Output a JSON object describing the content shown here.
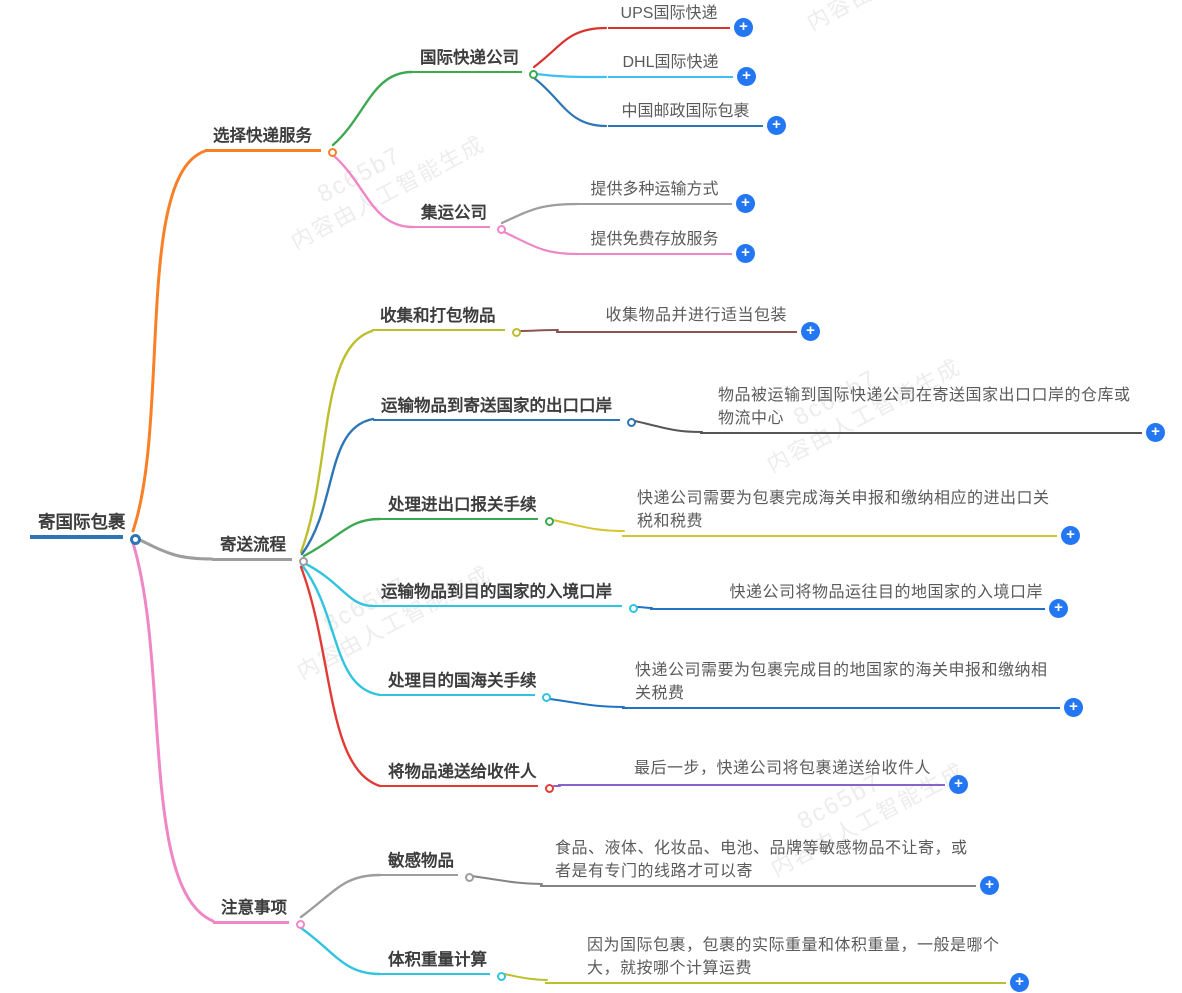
{
  "watermark": {
    "code": "8c65b7",
    "text": "内容由人工智能生成"
  },
  "icons": {
    "plus": "+"
  },
  "palette": {
    "root_blue": "#2e75b6",
    "orange": "#f98026",
    "gray": "#9d9d9d",
    "note_gray": "#848484",
    "dark_gray": "#565656",
    "pink": "#ef86c6",
    "green": "#3da84f",
    "red": "#d8342e",
    "bright_red": "#e23b35",
    "light_blue": "#3fc0f2",
    "olive": "#bcbf2d",
    "maroon": "#8d5454",
    "dark_yellow": "#d5c52f",
    "cyan": "#30c4df",
    "mid_blue": "#2273c4",
    "purple": "#8a63c9",
    "plus_blue": "#2477f2"
  },
  "map": {
    "root": {
      "label": "寄国际包裹"
    },
    "branches": [
      {
        "label": "选择快递服务",
        "children": [
          {
            "label": "国际快递公司",
            "children": [
              {
                "label": "UPS国际快递"
              },
              {
                "label": "DHL国际快递"
              },
              {
                "label": "中国邮政国际包裹"
              }
            ]
          },
          {
            "label": "集运公司",
            "children": [
              {
                "label": "提供多种运输方式"
              },
              {
                "label": "提供免费存放服务"
              }
            ]
          }
        ]
      },
      {
        "label": "寄送流程",
        "children": [
          {
            "label": "收集和打包物品",
            "note": "收集物品并进行适当包装"
          },
          {
            "label": "运输物品到寄送国家的出口口岸",
            "note": "物品被运输到国际快递公司在寄送国家出口口岸的仓库或物流中心"
          },
          {
            "label": "处理进出口报关手续",
            "note": "快递公司需要为包裹完成海关申报和缴纳相应的进出口关税和税费"
          },
          {
            "label": "运输物品到目的国家的入境口岸",
            "note": "快递公司将物品运往目的地国家的入境口岸"
          },
          {
            "label": "处理目的国海关手续",
            "note": "快递公司需要为包裹完成目的地国家的海关申报和缴纳相关税费"
          },
          {
            "label": "将物品递送给收件人",
            "note": "最后一步，快递公司将包裹递送给收件人"
          }
        ]
      },
      {
        "label": "注意事项",
        "children": [
          {
            "label": "敏感物品",
            "note": "食品、液体、化妆品、电池、品牌等敏感物品不让寄，或者是有专门的线路才可以寄"
          },
          {
            "label": "体积重量计算",
            "note": "因为国际包裹，包裹的实际重量和体积重量，一般是哪个大，就按哪个计算运费"
          }
        ]
      }
    ]
  }
}
